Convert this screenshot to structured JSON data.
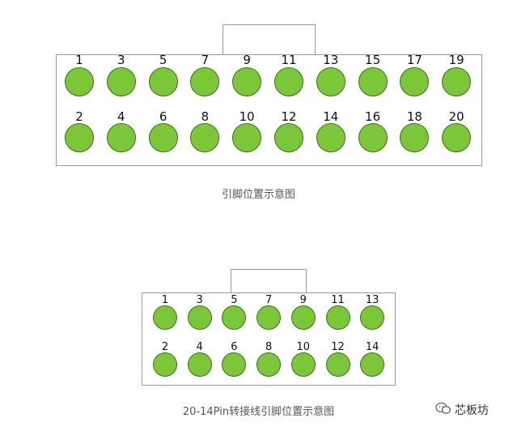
{
  "diagram_top": {
    "rows": [
      [
        "1",
        "3",
        "5",
        "7",
        "9",
        "11",
        "13",
        "15",
        "17",
        "19"
      ],
      [
        "2",
        "4",
        "6",
        "8",
        "10",
        "12",
        "14",
        "16",
        "18",
        "20"
      ]
    ],
    "caption": "引脚位置示意图"
  },
  "diagram_bottom": {
    "rows": [
      [
        "1",
        "3",
        "5",
        "7",
        "9",
        "11",
        "13"
      ],
      [
        "2",
        "4",
        "6",
        "8",
        "10",
        "12",
        "14"
      ]
    ],
    "caption": "20-14Pin转接线引脚位置示意图"
  },
  "watermark": {
    "text": "芯板坊",
    "icon": "wechat-icon"
  },
  "colors": {
    "pin_fill": "#7cc63a",
    "pin_stroke": "#3f6e1f",
    "border": "#9a9a9a"
  }
}
